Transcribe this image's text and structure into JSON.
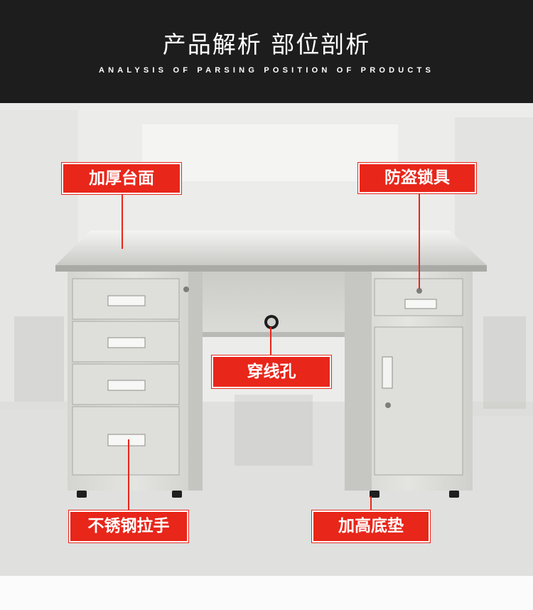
{
  "header": {
    "title": "产品解析  部位剖析",
    "subtitle": "ANALYSIS OF PARSING POSITION OF PRODUCTS"
  },
  "callouts": {
    "thick_top": "加厚台面",
    "anti_theft_lock": "防盗锁具",
    "cable_hole": "穿线孔",
    "steel_handle": "不锈钢拉手",
    "raised_feet": "加高底垫"
  },
  "colors": {
    "header_bg": "#1d1d1d",
    "callout_red": "#e8261a",
    "steel": "#d9d9d6"
  }
}
